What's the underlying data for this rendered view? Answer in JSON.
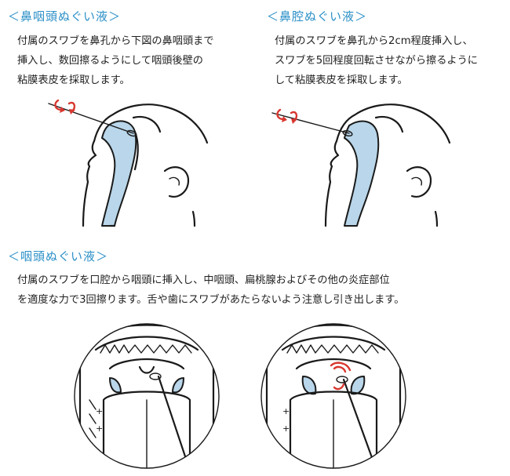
{
  "sections": [
    {
      "heading": "＜鼻咽頭ぬぐい液＞",
      "lines": [
        "付属のスワブを鼻孔から下図の鼻咽頭まで",
        "挿入し、数回擦るようにして咽頭後壁の",
        "粘膜表皮を採取します。"
      ]
    },
    {
      "heading": "＜鼻腔ぬぐい液＞",
      "lines": [
        "付属のスワブを鼻孔から2cm程度挿入し、",
        "スワブを5回程度回転させながら擦るように",
        "して粘膜表皮を採取します。"
      ]
    },
    {
      "heading": "＜咽頭ぬぐい液＞",
      "lines": [
        "付属のスワブを口腔から咽頭に挿入し、中咽頭、扁桃腺およびその他の炎症部位",
        "を適度な力で3回擦ります。舌や歯にスワブがあたらないよう注意し引き出します。"
      ]
    }
  ],
  "colors": {
    "heading": "#2a8fc7",
    "tissue": "#b9d6ea",
    "rotation_arrow": "#d8372f"
  }
}
